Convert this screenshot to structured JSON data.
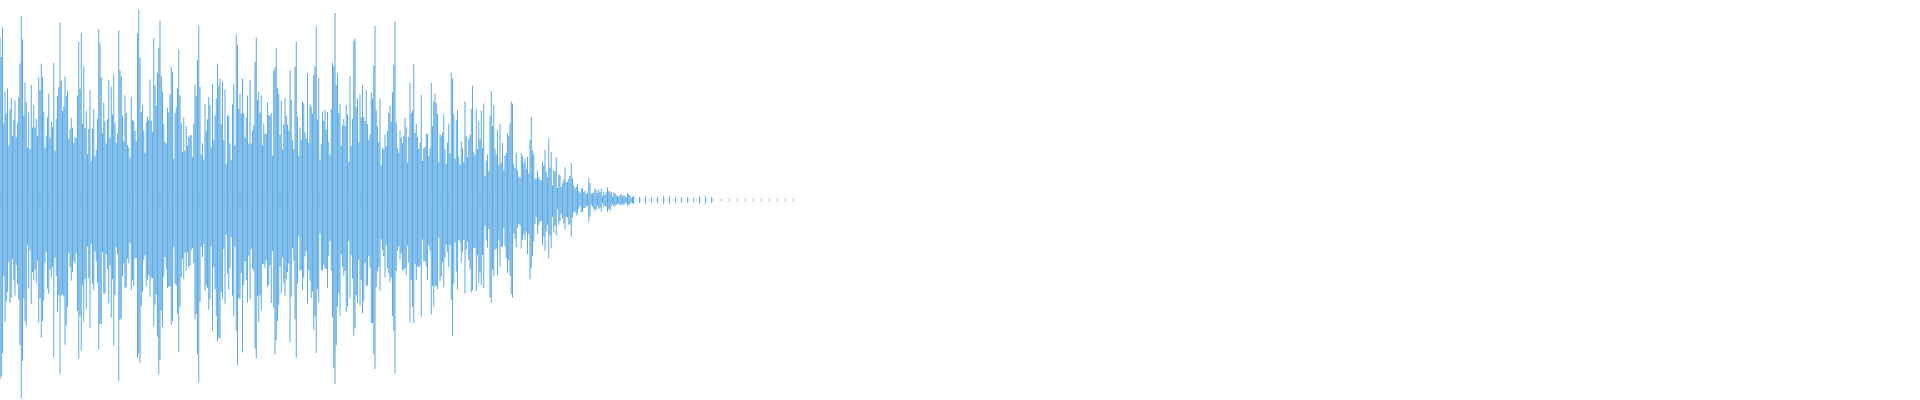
{
  "waveform": {
    "color": "#5aaae3",
    "background": "#ffffff",
    "audible_fraction": 0.33,
    "envelope": [
      0.95,
      0.97,
      0.97,
      0.96,
      0.94,
      0.92,
      0.9,
      0.86,
      0.8,
      0.68,
      0.45,
      0.12,
      0.02
    ],
    "beat_fraction": 0.0102
  }
}
